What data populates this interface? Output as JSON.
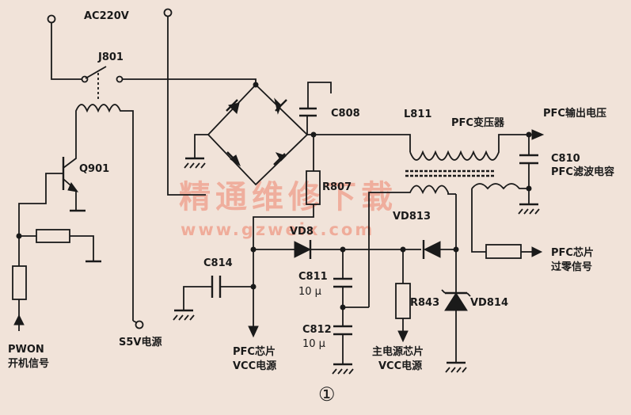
{
  "labels": {
    "ac220v": "AC220V",
    "j801": "J801",
    "c808": "C808",
    "l811": "L811",
    "pfc_transformer": "PFC变压器",
    "pfc_output_voltage": "PFC输出电压",
    "c810": "C810",
    "pfc_filter_cap": "PFC滤波电容",
    "q901": "Q901",
    "r807": "R807",
    "vd813": "VD813",
    "vd8xx": "VD8",
    "pfc_chip": "PFC芯片",
    "zero_cross_signal": "过零信号",
    "c814": "C814",
    "c811": "C811",
    "c811_value": "10 μ",
    "r843": "R843",
    "vd814": "VD814",
    "c812": "C812",
    "c812_value": "10 μ",
    "s5v_power": "S5V电源",
    "pwon": "PWON",
    "power_on_signal": "开机信号",
    "pfc_chip_vcc_1": "PFC芯片",
    "pfc_chip_vcc_2": "VCC电源",
    "main_chip_vcc_1": "主电源芯片",
    "main_chip_vcc_2": "VCC电源",
    "figure_number": "①"
  },
  "watermark": {
    "text_cn": "精通维修下载",
    "text_url": "www.gzweix.com"
  },
  "colors": {
    "background": "#f1e3d9",
    "ink": "#1a1a1a",
    "watermark": "#ef9a86"
  }
}
